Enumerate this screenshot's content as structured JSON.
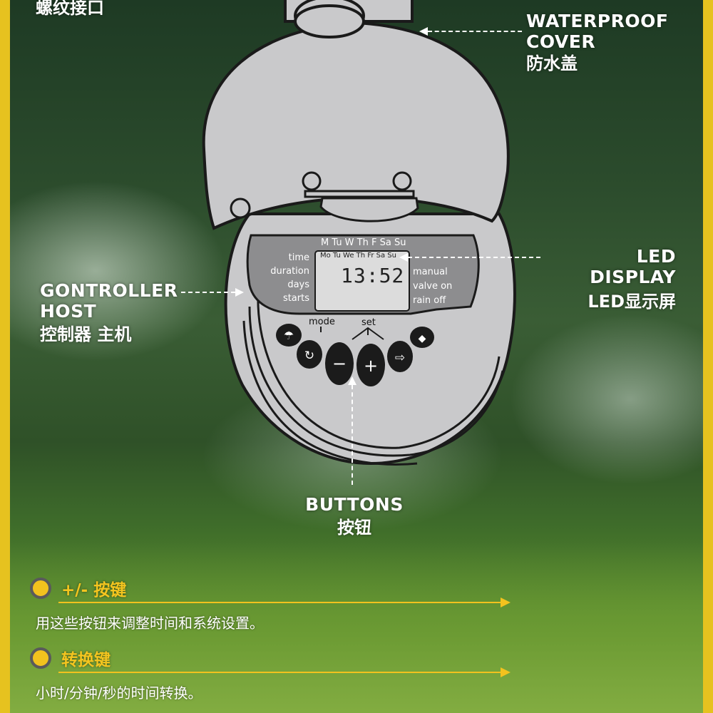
{
  "top_left_label": "螺纹接口",
  "callouts": {
    "cover": {
      "en_line1": "WATERPROOF",
      "en_line2": "COVER",
      "cn": "防水盖"
    },
    "display": {
      "en": "LED DISPLAY",
      "cn": "LED显示屏"
    },
    "host": {
      "en_line1": "GONTROLLER",
      "en_line2": "HOST",
      "cn": "控制器 主机"
    },
    "buttons": {
      "en": "BUTTONS",
      "cn": "按钮"
    }
  },
  "device": {
    "days_top": "M Tu W Th F Sa Su",
    "days_bottom": "Mo Tu We Th Fr Sa Su",
    "left_labels": [
      "time",
      "duration",
      "days",
      "starts"
    ],
    "right_labels": [
      "manual",
      "valve on",
      "rain off"
    ],
    "clock": "13:52",
    "mode_label": "mode",
    "set_label": "set",
    "buttons": [
      "rain-icon",
      "reset-icon",
      "minus-icon",
      "plus-icon",
      "next-arrow-icon",
      "manual-icon"
    ]
  },
  "features": [
    {
      "title": "+/- 按键",
      "desc": "用这些按钮来调整时间和系统设置。"
    },
    {
      "title": "转换键",
      "desc": "小时/分钟/秒的时间转换。"
    }
  ],
  "colors": {
    "accent": "#f2c21e",
    "device_body": "#c9c9cb",
    "device_outline": "#1a1a1a",
    "lcd": "#8d8d8f"
  }
}
